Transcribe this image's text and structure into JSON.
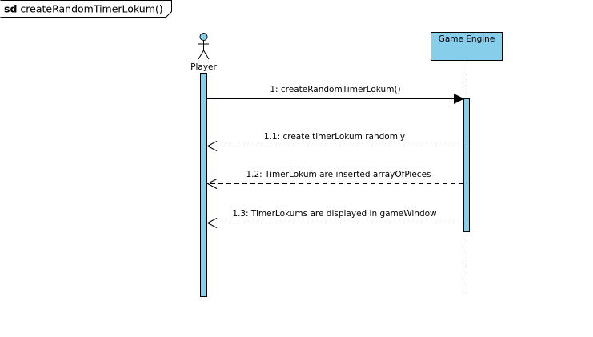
{
  "frame": {
    "keyword": "sd",
    "name": "createRandomTimerLokum()"
  },
  "lifelines": {
    "player": {
      "name": "Player"
    },
    "engine": {
      "name": "Game Engine"
    }
  },
  "messages": [
    {
      "label": "1: createRandomTimerLokum()",
      "kind": "sync"
    },
    {
      "label": "1.1: create timerLokum randomly",
      "kind": "reply"
    },
    {
      "label": "1.2: TimerLokum are inserted arrayOfPieces",
      "kind": "reply"
    },
    {
      "label": "1.3: TimerLokums are displayed in gameWindow",
      "kind": "reply"
    }
  ],
  "colors": {
    "activation_fill": "#87CEEB",
    "engine_box_fill": "#87CEEB",
    "actor_head_fill": "#87CEEB",
    "line": "#000000"
  }
}
